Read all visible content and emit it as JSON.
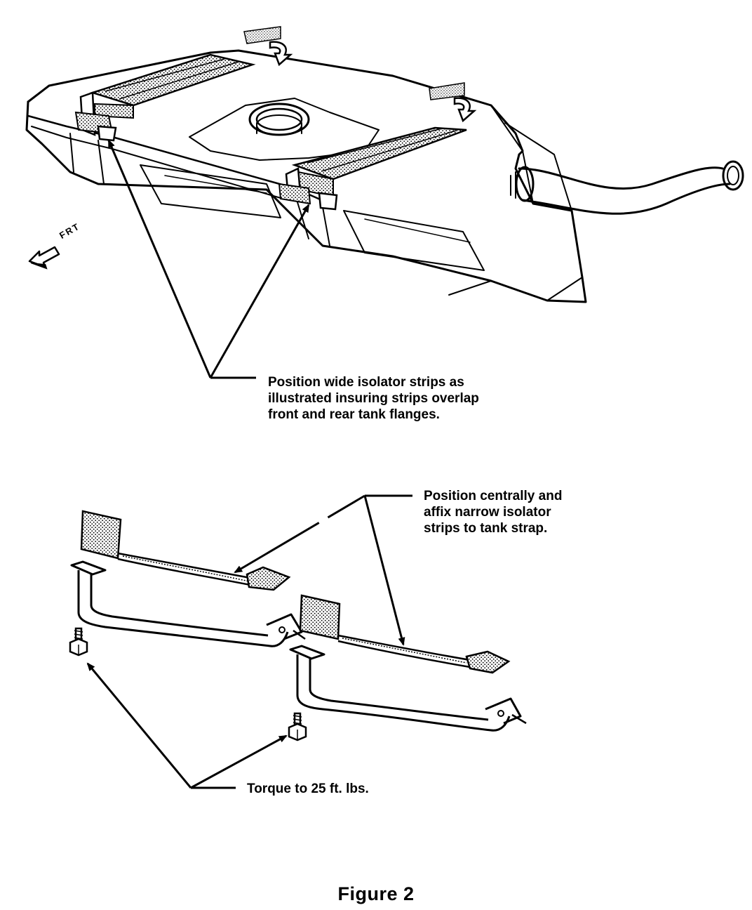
{
  "callouts": {
    "wide_strips": [
      "Position wide isolator strips as",
      "illustrated insuring strips overlap",
      "front and rear tank flanges."
    ],
    "narrow_strips": [
      "Position centrally and",
      "affix narrow isolator",
      "strips to tank strap."
    ],
    "torque": "Torque to 25 ft. lbs."
  },
  "direction_label": "FRT",
  "caption": "Figure 2",
  "icons": {
    "direction_arrow": "front-arrow-icon",
    "install_arrows": "install-arrow-icon"
  }
}
